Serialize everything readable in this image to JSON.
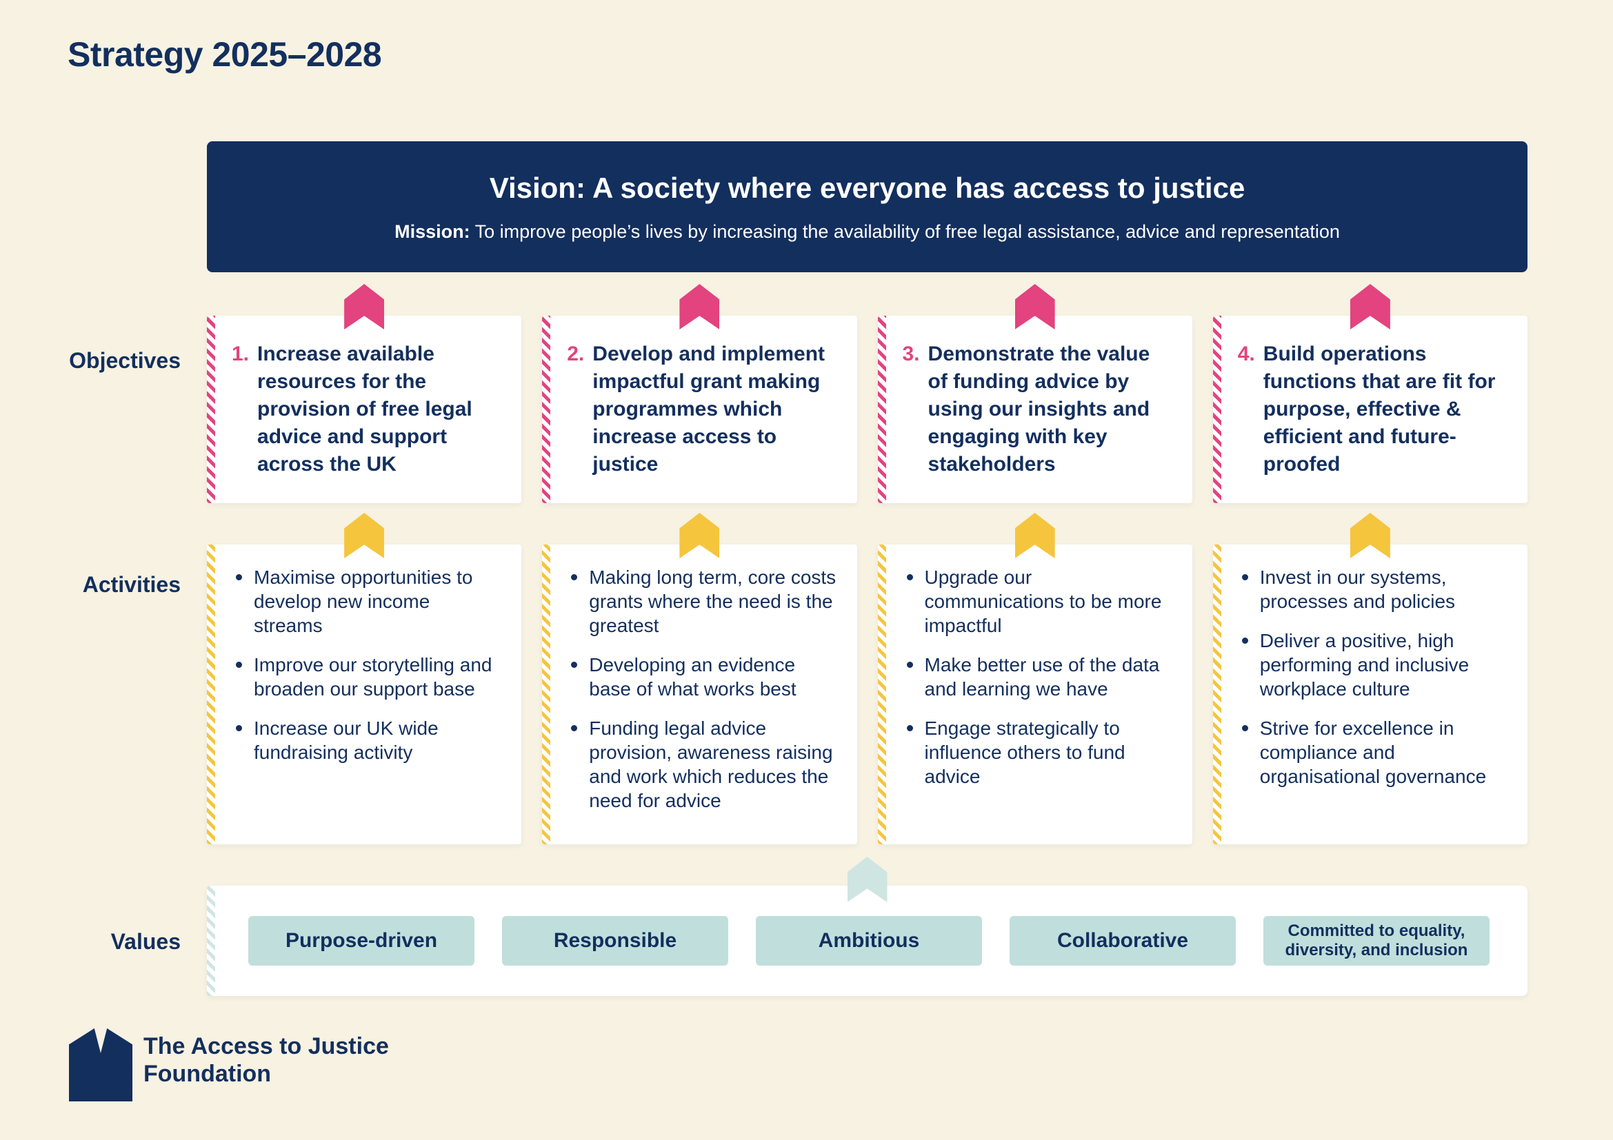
{
  "page": {
    "title": "Strategy 2025–2028"
  },
  "banner": {
    "vision": "Vision: A society where everyone has access to justice",
    "mission_label": "Mission:",
    "mission_text": "To improve people’s lives by increasing the availability of free legal assistance, advice and representation"
  },
  "rows": {
    "objectives_label": "Objectives",
    "activities_label": "Activities",
    "values_label": "Values"
  },
  "objectives": [
    {
      "number": "1.",
      "text": "Increase available resources for the provision of free legal advice and support across the UK"
    },
    {
      "number": "2.",
      "text": "Develop and implement impactful grant making programmes which increase access to justice"
    },
    {
      "number": "3.",
      "text": "Demonstrate the value of funding advice by using our insights and engaging with key stakeholders"
    },
    {
      "number": "4.",
      "text": "Build operations functions that are fit for purpose, effective & efficient and future-proofed"
    }
  ],
  "activities": [
    {
      "items": [
        "Maximise opportunities to develop new income streams",
        "Improve our storytelling and broaden our support base",
        "Increase our UK wide fundraising activity"
      ]
    },
    {
      "items": [
        "Making long term, core costs grants where the need is the greatest",
        "Developing an evidence base of what works best",
        "Funding legal advice provision, awareness raising and work which reduces the need for advice"
      ]
    },
    {
      "items": [
        "Upgrade our communications to be more impactful",
        "Make better use of the data and learning we have",
        "Engage strategically to influence others to fund advice"
      ]
    },
    {
      "items": [
        "Invest in our systems, processes and policies",
        "Deliver a positive, high performing and inclusive workplace culture",
        "Strive for excellence in compliance and organisational governance"
      ]
    }
  ],
  "values": [
    "Purpose-driven",
    "Responsible",
    "Ambitious",
    "Collaborative",
    "Committed to equality, diversity, and inclusion"
  ],
  "footer": {
    "logo_line1": "The Access to Justice",
    "logo_line2": "Foundation"
  },
  "colors": {
    "navy": "#132f5e",
    "pink": "#e3437f",
    "yellow": "#f5c53e",
    "teal_pill": "#c0dfdc",
    "teal_arrow": "#cfe5e2",
    "background": "#f7f2e2"
  }
}
